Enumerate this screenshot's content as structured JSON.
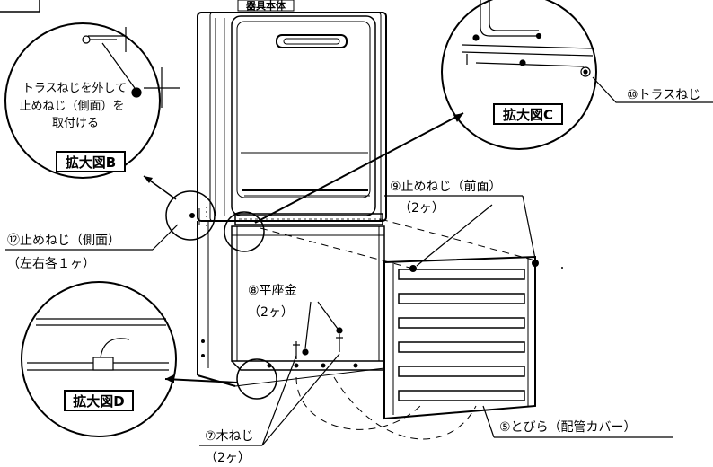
{
  "top_label": "器具本体",
  "magnified_b": {
    "title": "拡大図B",
    "note_lines": [
      "トラスねじを外して",
      "止めねじ（側面）を",
      "取付ける"
    ]
  },
  "magnified_c": {
    "title": "拡大図C"
  },
  "magnified_d": {
    "title": "拡大図D"
  },
  "callouts": {
    "truss_screw": "⑩トラスねじ",
    "front_screw": "⑨止めねじ（前面）",
    "front_screw_qty": "（2ヶ）",
    "side_screw": "⑫止めねじ（側面）",
    "side_screw_qty": "（左右各１ヶ）",
    "flat_washer": "⑧平座金",
    "flat_washer_qty": "（2ヶ）",
    "wood_screw": "⑦木ねじ",
    "wood_screw_qty": "（2ヶ）",
    "door_cover": "⑤とびら（配管カバー）"
  },
  "colors": {
    "line": "#000000",
    "background": "#ffffff"
  }
}
